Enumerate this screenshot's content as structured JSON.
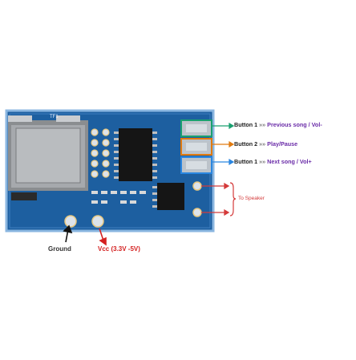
{
  "annotations": {
    "button_1_prev": {
      "prefix": "Button 1",
      "sep": " »» ",
      "action": "Previous song / Vol-"
    },
    "button_2": {
      "prefix": "Button 2",
      "sep": " »» ",
      "action": "Play/Pause"
    },
    "button_1_next": {
      "prefix": "Button 1",
      "sep": " »» ",
      "action": "Next song / Vol+"
    },
    "speaker": "To Speaker",
    "ground": "Ground",
    "vcc": "Vcc (3.3V -5V)"
  },
  "board": {
    "silkscreen": "TF1"
  },
  "colors": {
    "pcb": "#1d5fa0",
    "pcb_edge": "#8ab6e0",
    "button1_box": "#1aa070",
    "button2_box": "#e07a10",
    "button3_box": "#2a86e0",
    "speaker_arrow": "#d43a3a",
    "ground_arrow": "#111111",
    "vcc_arrow": "#d42020"
  }
}
